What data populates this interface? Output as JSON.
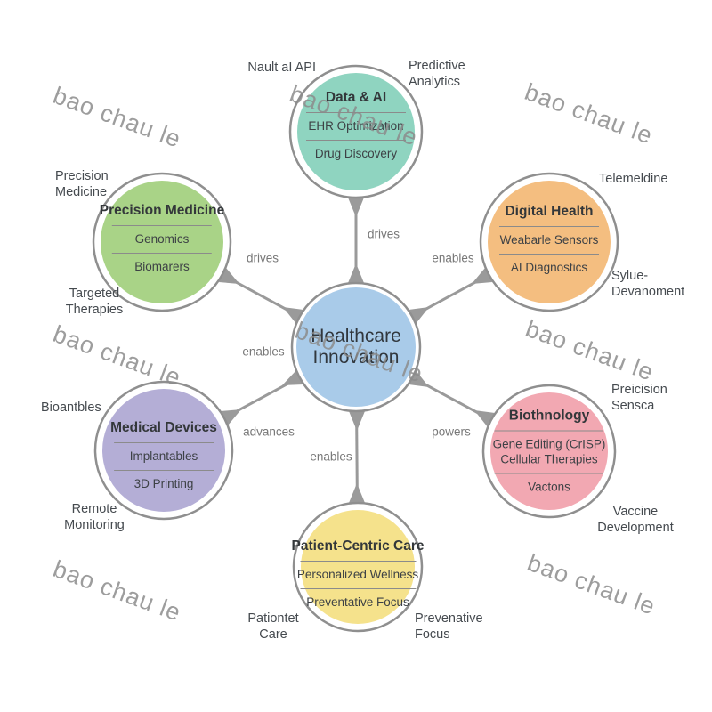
{
  "watermark": {
    "text": "bao chau le"
  },
  "center_node": {
    "title": "Healthcare\nInnovation"
  },
  "nodes": {
    "data_ai": {
      "title": "Data & AI",
      "items": [
        "EHR Optimization",
        "Drug Discovery"
      ],
      "color": "#8fd4c0"
    },
    "digital_health": {
      "title": "Digital Health",
      "items": [
        "Weabarle Sensors",
        "AI Diagnostics"
      ],
      "color": "#f4be80"
    },
    "biotechnology": {
      "title": "Biothnology",
      "items": [
        "Gene Editing (CrISP)",
        "Cellular Therapies",
        "Vactons"
      ],
      "color": "#f2a8b2"
    },
    "patient_centric": {
      "title": "Patient-Centric Care",
      "items": [
        "Personalized Wellness",
        "Preventative Focus"
      ],
      "color": "#f5e28c"
    },
    "medical_devices": {
      "title": "Medical Devices",
      "items": [
        "Implantables",
        "3D Printing"
      ],
      "color": "#b4aed6"
    },
    "precision_medicine": {
      "title": "Precision Medicine",
      "items": [
        "Genomics",
        "Biomarers"
      ],
      "color": "#a9d387"
    },
    "center_color": "#a9cbe9"
  },
  "edge_labels": {
    "pm": "drives",
    "ai": "drives",
    "dh": "enables",
    "md_upper": "enables",
    "md": "advances",
    "pc": "enables",
    "bt": "powers"
  },
  "outer_labels": {
    "api": "Nault aI API",
    "predictive": "Predictive\nAnalytics",
    "telemedicine": "Telemeldine",
    "value_dev": "Sylue-\nDevanoment",
    "precision_sensor": "Preicision\nSensca",
    "vaccine_dev": "Vaccine\nDevelopment",
    "preventative": "Prevenative\nFocus",
    "patient_care": "Pationtet\nCare",
    "remote": "Remote\nMonitoring",
    "bioantbles": "Bioantbles",
    "targeted": "Targeted\nTherapies",
    "precision_med": "Precision\nMedicine"
  },
  "palette": {
    "connector": "#9a9a9a",
    "circle_border": "#8f8f8f",
    "watermark_color": "#8c8c8c"
  }
}
